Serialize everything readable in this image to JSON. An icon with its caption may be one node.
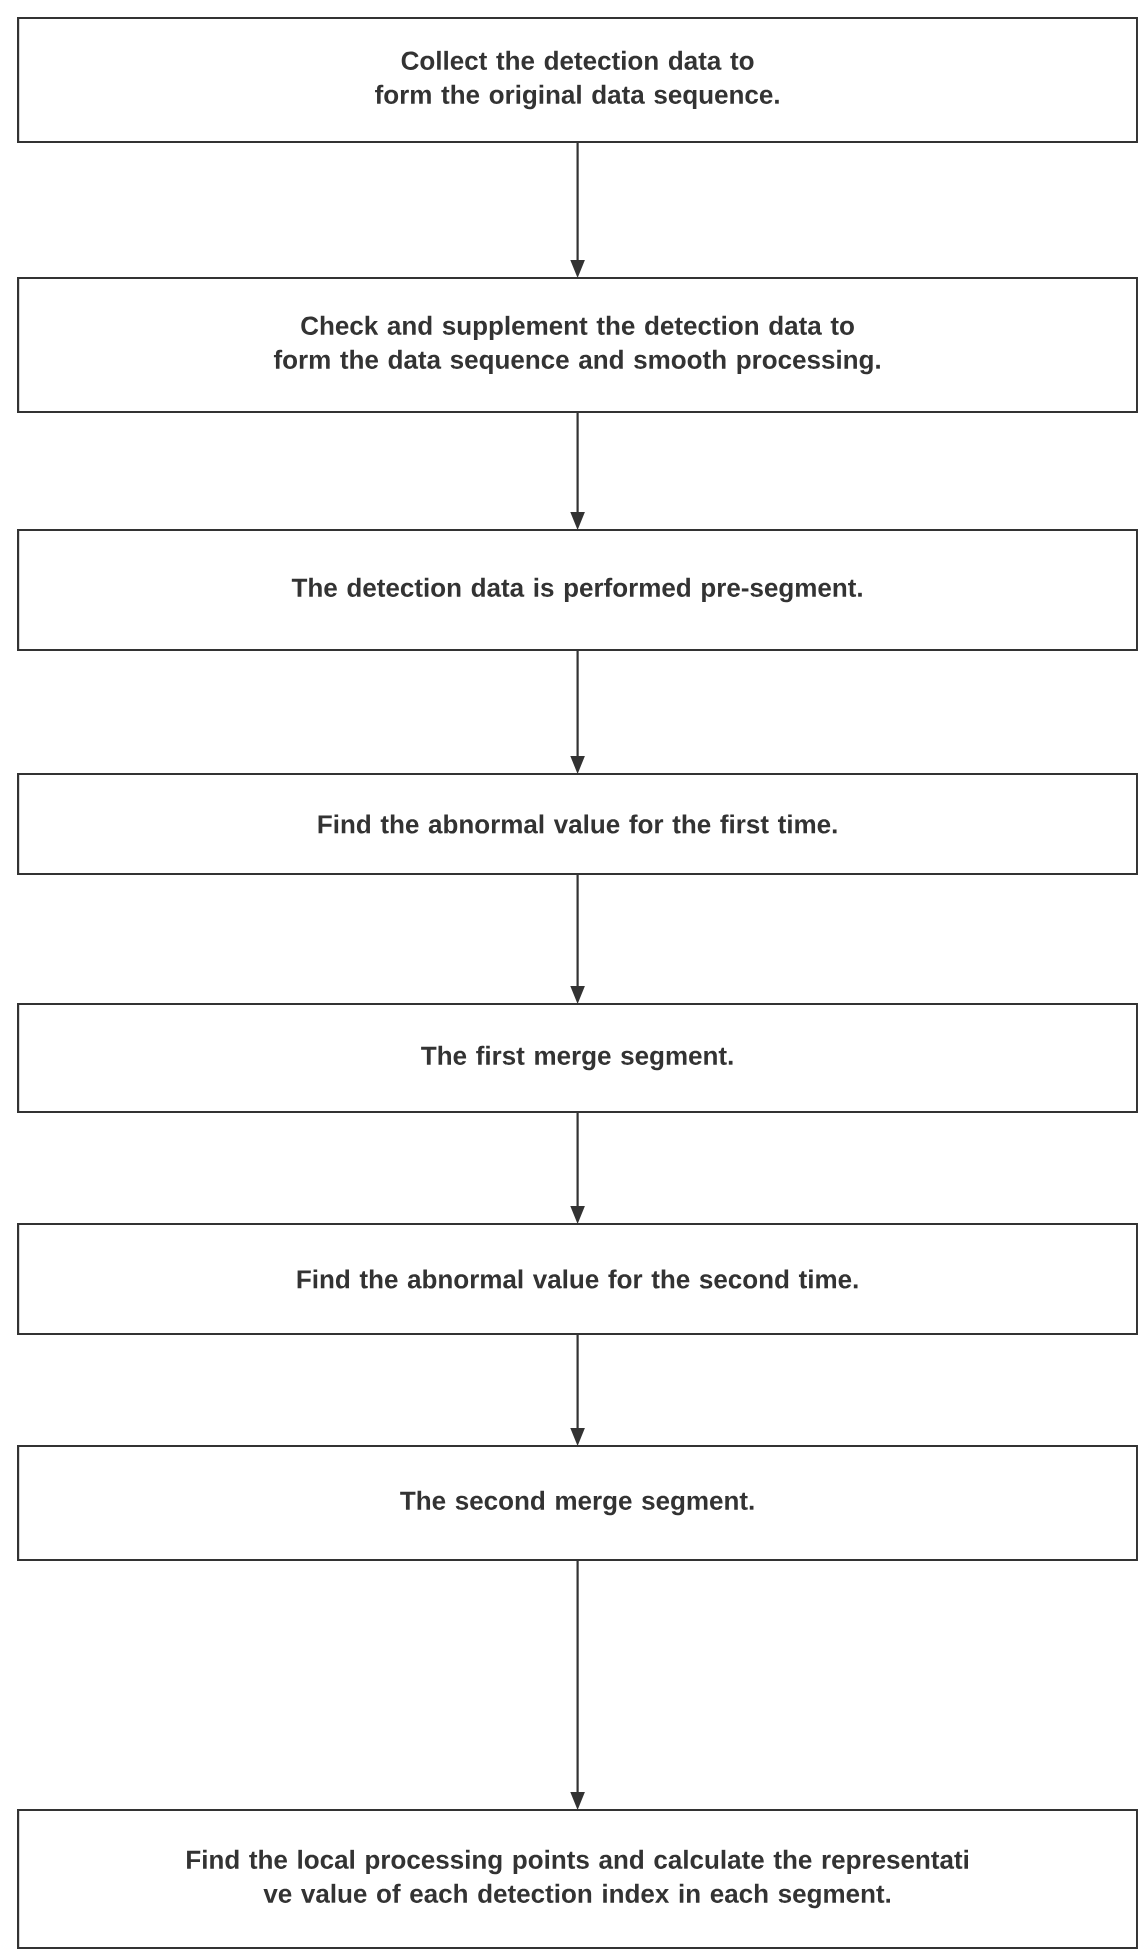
{
  "diagram": {
    "nodes": [
      {
        "text": [
          "Collect the detection data to form the original data sequence."
        ]
      },
      {
        "text": [
          "Check and supplement the detection data to form the data sequence and smooth processing."
        ]
      },
      {
        "text": [
          "The detection data is performed pre-segment."
        ]
      },
      {
        "text": [
          "Find the abnormal value for the first time."
        ]
      },
      {
        "text": [
          "The first merge segment."
        ]
      },
      {
        "text": [
          "Find the abnormal value for the second time."
        ]
      },
      {
        "text": [
          "The second merge segment."
        ]
      },
      {
        "text": [
          "Find the local processing points and calculate the representati ve value of each detection index in each segment."
        ]
      }
    ],
    "edges": [
      {
        "from": 0,
        "to": 1,
        "arrow": "to"
      },
      {
        "from": 1,
        "to": 2,
        "arrow": "to"
      },
      {
        "from": 2,
        "to": 3,
        "arrow": "to"
      },
      {
        "from": 3,
        "to": 4,
        "arrow": "to"
      },
      {
        "from": 4,
        "to": 5,
        "arrow": "to"
      },
      {
        "from": 5,
        "to": 6,
        "arrow": "to"
      },
      {
        "from": 6,
        "to": 7,
        "arrow": "to"
      }
    ]
  }
}
